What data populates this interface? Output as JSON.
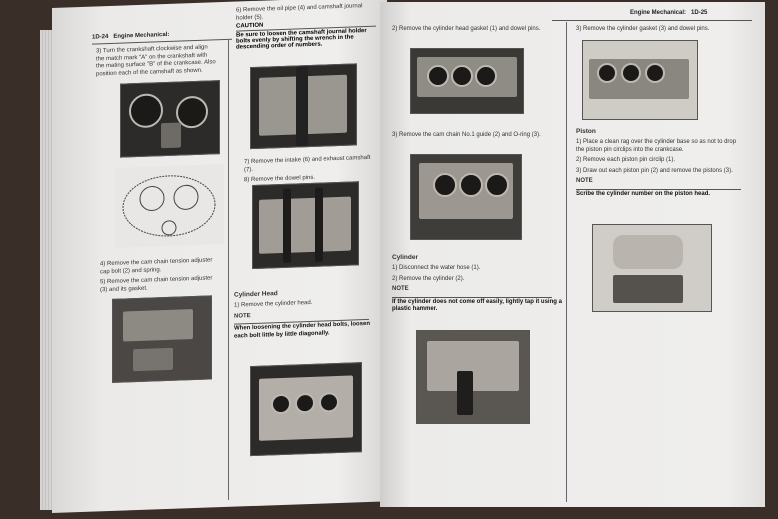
{
  "left_page": {
    "header_num": "1D-24",
    "header_title": "Engine Mechanical:",
    "col1": {
      "step3": "3) Turn the crankshaft clockwise and align the match mark \"A\" on the crankshaft with the mating surface \"B\" of the crankcase. Also position each of the camshaft as shown.",
      "step4": "4) Remove the cam chain tension adjuster cap bolt (2) and spring.",
      "step5": "5) Remove the cam chain tension adjuster (3) and its gasket."
    },
    "col2": {
      "step6": "6) Remove the oil pipe (4) and camshaft journal holder (5).",
      "caution_title": "CAUTION",
      "caution_body": "Be sure to loosen the camshaft journal holder bolts evenly by shifting the wrench in the descending order of numbers.",
      "step7": "7) Remove the intake (6) and exhaust camshaft (7).",
      "step8": "8) Remove the dowel pins.",
      "section": "Cylinder Head",
      "step1": "1) Remove the cylinder head.",
      "note_title": "NOTE",
      "note_body": "When loosening the cylinder head bolts, loosen each bolt little by little diagonally."
    }
  },
  "right_page": {
    "header_title": "Engine Mechanical:",
    "header_num": "1D-25",
    "col1": {
      "step2": "2) Remove the cylinder head gasket (1) and dowel pins.",
      "step3": "3) Remove the cam chain No.1 guide (2) and O-ring (3).",
      "section": "Cylinder",
      "step1": "1) Disconnect the water hose (1).",
      "step2b": "2) Remove the cylinder (2).",
      "note_title": "NOTE",
      "note_body": "If the cylinder does not come off easily, lightly tap it using a plastic hammer."
    },
    "col2": {
      "step3": "3) Remove the cylinder gasket (3) and dowel pins.",
      "section": "Piston",
      "step1": "1) Place a clean rag over the cylinder base so as not to drop the piston pin circlips into the crankcase.",
      "step2": "2) Remove each piston pin circlip (1).",
      "step3b": "3) Draw out each piston pin (2) and remove the pistons (3).",
      "note_title": "NOTE",
      "note_body": "Scribe the cylinder number on the piston head."
    }
  }
}
